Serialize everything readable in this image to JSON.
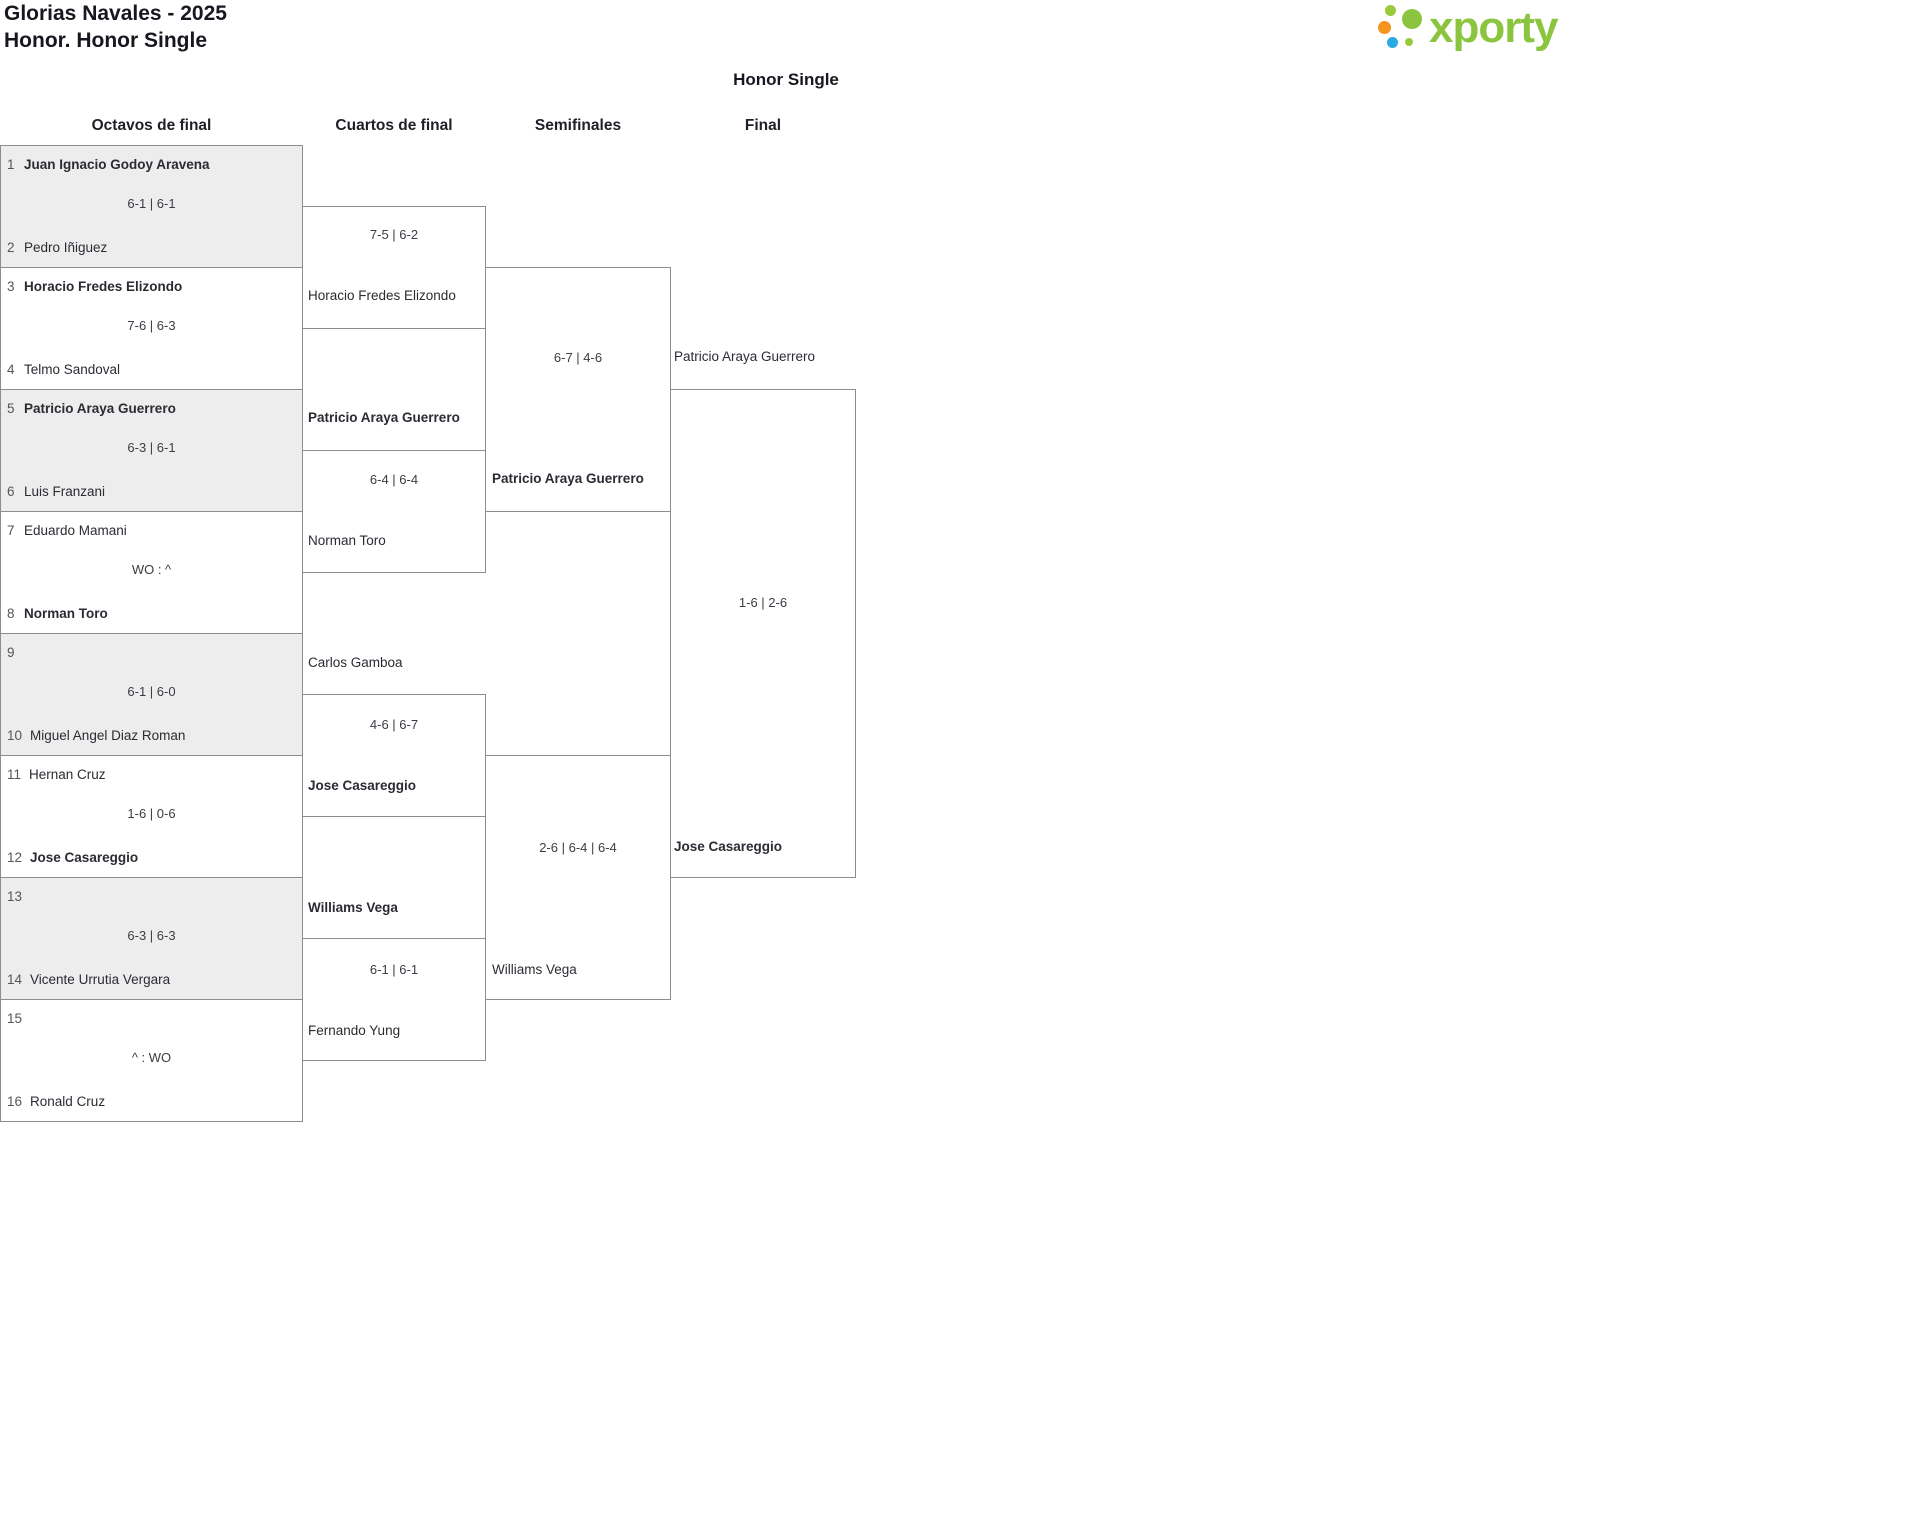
{
  "header": {
    "title_line1": "Glorias Navales - 2025",
    "title_line2": "Honor. Honor Single",
    "logo_text": "xporty"
  },
  "bracket": {
    "title": "Honor Single",
    "round_headers": [
      "Octavos de final",
      "Cuartos de final",
      "Semifinales",
      "Final"
    ],
    "r16": [
      {
        "seed1": "1",
        "p1": "Juan Ignacio Godoy Aravena",
        "score": "6-1 | 6-1",
        "seed2": "2",
        "p2": "Pedro Iñiguez"
      },
      {
        "seed1": "3",
        "p1": "Horacio Fredes Elizondo",
        "score": "7-6 | 6-3",
        "seed2": "4",
        "p2": "Telmo Sandoval"
      },
      {
        "seed1": "5",
        "p1": "Patricio Araya Guerrero",
        "score": "6-3 | 6-1",
        "seed2": "6",
        "p2": "Luis Franzani"
      },
      {
        "seed1": "7",
        "p1": "Eduardo Mamani",
        "score": "WO : ^",
        "seed2": "8",
        "p2": "Norman Toro"
      },
      {
        "seed1": "9",
        "p1": "",
        "score": "6-1 | 6-0",
        "seed2": "10",
        "p2": "Miguel Angel Diaz Roman"
      },
      {
        "seed1": "11",
        "p1": "Hernan Cruz",
        "score": "1-6 | 0-6",
        "seed2": "12",
        "p2": "Jose Casareggio"
      },
      {
        "seed1": "13",
        "p1": "",
        "score": "6-3 | 6-3",
        "seed2": "14",
        "p2": "Vicente Urrutia Vergara"
      },
      {
        "seed1": "15",
        "p1": "",
        "score": "^ : WO",
        "seed2": "16",
        "p2": "Ronald Cruz"
      }
    ],
    "qf": [
      {
        "p1": "",
        "score": "7-5 | 6-2",
        "p2": "Horacio Fredes Elizondo"
      },
      {
        "p1": "Patricio Araya Guerrero",
        "score": "6-4 | 6-4",
        "p2": "Norman Toro"
      },
      {
        "p1": "Carlos Gamboa",
        "score": "4-6 | 6-7",
        "p2": "Jose Casareggio"
      },
      {
        "p1": "Williams Vega",
        "score": "6-1 | 6-1",
        "p2": "Fernando Yung"
      }
    ],
    "sf": [
      {
        "p1": "",
        "score": "6-7 | 4-6",
        "p2": "Patricio Araya Guerrero"
      },
      {
        "p1": "",
        "score": "2-6 | 6-4 | 6-4",
        "p2": "Williams Vega"
      }
    ],
    "final": {
      "p1": "Patricio Araya Guerrero",
      "score": "1-6 | 2-6",
      "p2": "Jose Casareggio"
    }
  },
  "colors": {
    "brand_green": "#8bc53f",
    "dot_orange": "#f7941e",
    "dot_blue": "#29abe2",
    "box_gray": "#ededed",
    "border_gray": "#8d8d8d"
  }
}
